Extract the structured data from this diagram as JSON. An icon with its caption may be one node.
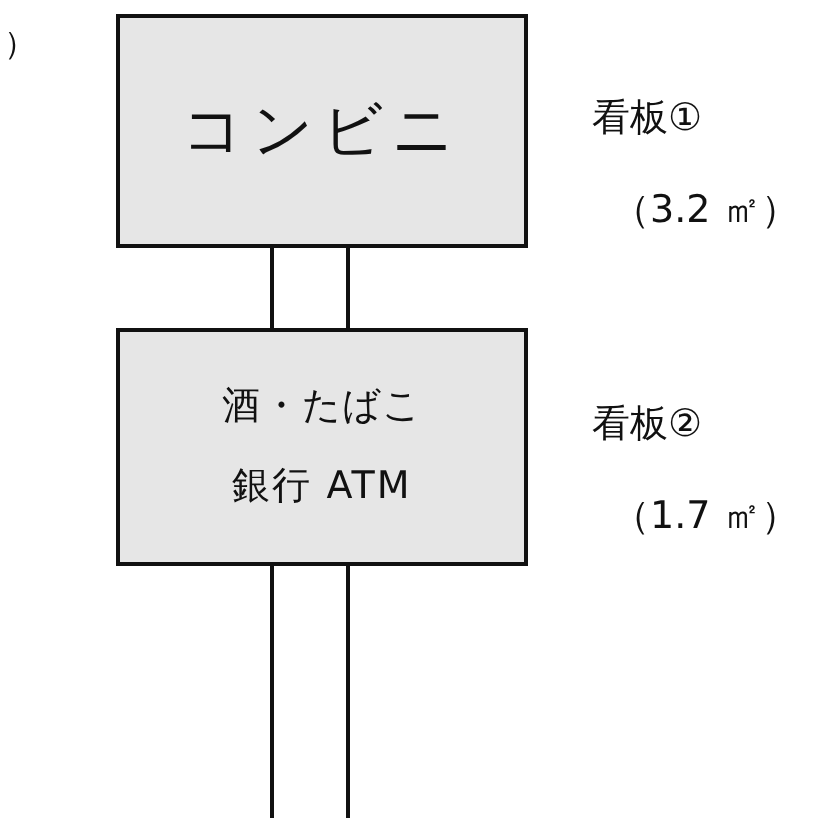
{
  "diagram": {
    "nodes": [
      {
        "text": [
          "コンビニ"
        ],
        "beside": [
          "看板①",
          "（3.2 ㎡）"
        ]
      },
      {
        "text": [
          "酒・たばこ",
          "銀行 ATM"
        ],
        "beside": [
          "看板②",
          "（1.7 ㎡）"
        ]
      }
    ],
    "labels": [
      "）"
    ]
  }
}
